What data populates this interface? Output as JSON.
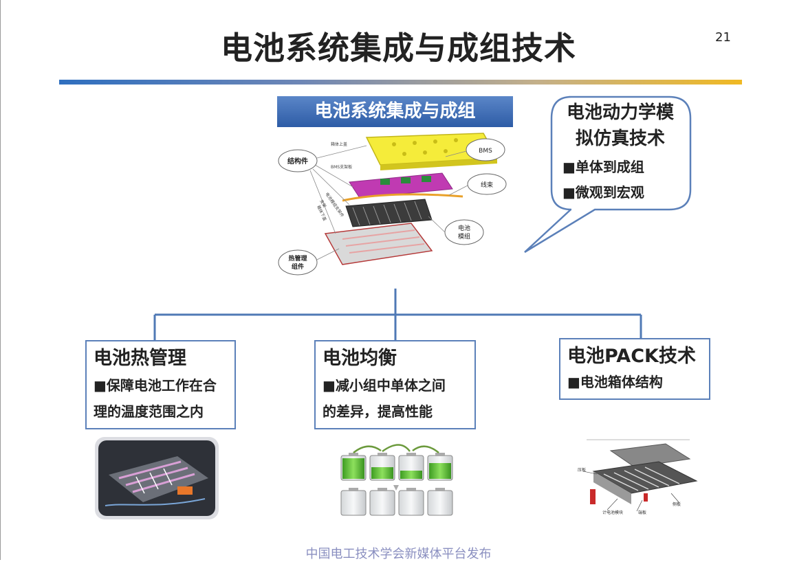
{
  "page": {
    "title": "电池系统集成与成组技术",
    "page_number": "21",
    "footer": "中国电工技术学会新媒体平台发布"
  },
  "center": {
    "label": "电池系统集成与成组",
    "diagram_labels": {
      "structure": "结构件",
      "bms": "BMS",
      "harness": "线束",
      "module_line1": "电池",
      "module_line2": "模组",
      "thermal_line1": "热管理",
      "thermal_line2": "组件",
      "lid": "箱体上盖",
      "bms_mount": "BMS支架板",
      "module_bracket": "电池模组支架件",
      "bracket": "支架",
      "lower_case": "箱体下盖"
    }
  },
  "callout": {
    "title_line1": "电池动力学模",
    "title_line2": "拟仿真技术",
    "items": [
      "■单体到成组",
      "■微观到宏观"
    ]
  },
  "boxes": [
    {
      "title": "电池热管理",
      "body_line1": "■保障电池工作在合",
      "body_line2": "理的温度范围之内"
    },
    {
      "title": "电池均衡",
      "body_line1": "■减小组中单体之间",
      "body_line2": "的差异，提高性能"
    },
    {
      "title": "电池PACK技术",
      "body_line1": "■电池箱体结构"
    }
  ],
  "pack_image_labels": [
    "压板",
    "侧板",
    "端板",
    "计电池模块"
  ],
  "colors": {
    "box_border": "#5b80b9",
    "connector": "#4f79b5",
    "battery_green": "#5fbf3a",
    "footer": "#8a8fc0"
  }
}
